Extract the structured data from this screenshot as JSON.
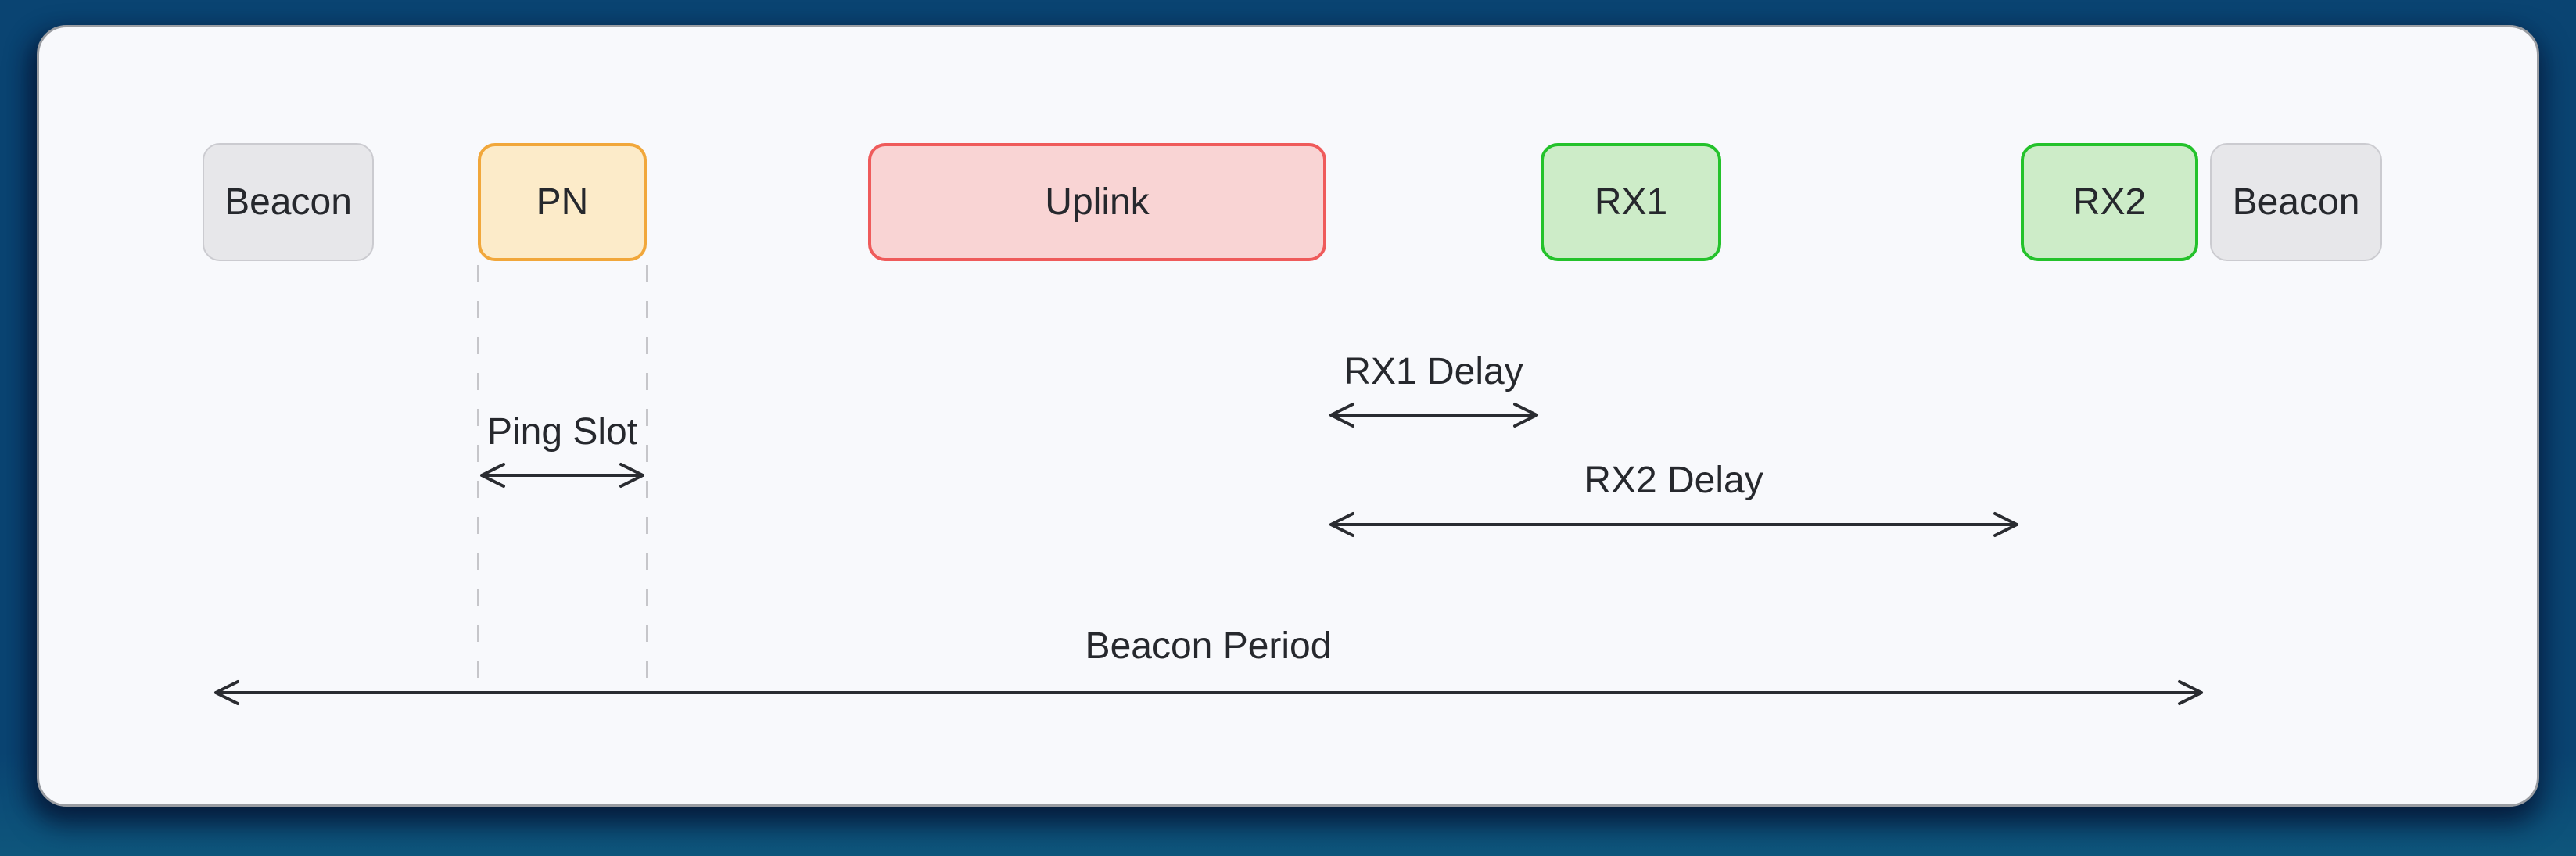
{
  "diagram": {
    "boxes": [
      {
        "id": "beacon-left",
        "label": "Beacon",
        "type": "beacon"
      },
      {
        "id": "pn",
        "label": "PN",
        "type": "ping-slot"
      },
      {
        "id": "uplink",
        "label": "Uplink",
        "type": "uplink"
      },
      {
        "id": "rx1",
        "label": "RX1",
        "type": "rx-window"
      },
      {
        "id": "rx2",
        "label": "RX2",
        "type": "rx-window"
      },
      {
        "id": "beacon-right",
        "label": "Beacon",
        "type": "beacon"
      }
    ],
    "annotations": {
      "ping_slot": {
        "label": "Ping Slot"
      },
      "rx1_delay": {
        "label": "RX1 Delay"
      },
      "rx2_delay": {
        "label": "RX2 Delay"
      },
      "beacon_period": {
        "label": "Beacon Period"
      }
    },
    "colors": {
      "page_bg": "#0a4472",
      "page_bg_bottom": "#0e567c",
      "card_bg": "#f8f9fc",
      "card_border": "#9a9da2",
      "beacon_fill": "#e7e7ea",
      "beacon_border": "#cbcbd0",
      "pn_fill": "#fcebc9",
      "pn_border": "#f1a73b",
      "uplink_fill": "#f9d4d4",
      "uplink_border": "#ef5b5b",
      "rx_fill": "#cdecc8",
      "rx_border": "#24c22b",
      "arrow_color": "#2a2c31",
      "text_color": "#26282d",
      "dash_color": "#c6c6ca"
    }
  }
}
